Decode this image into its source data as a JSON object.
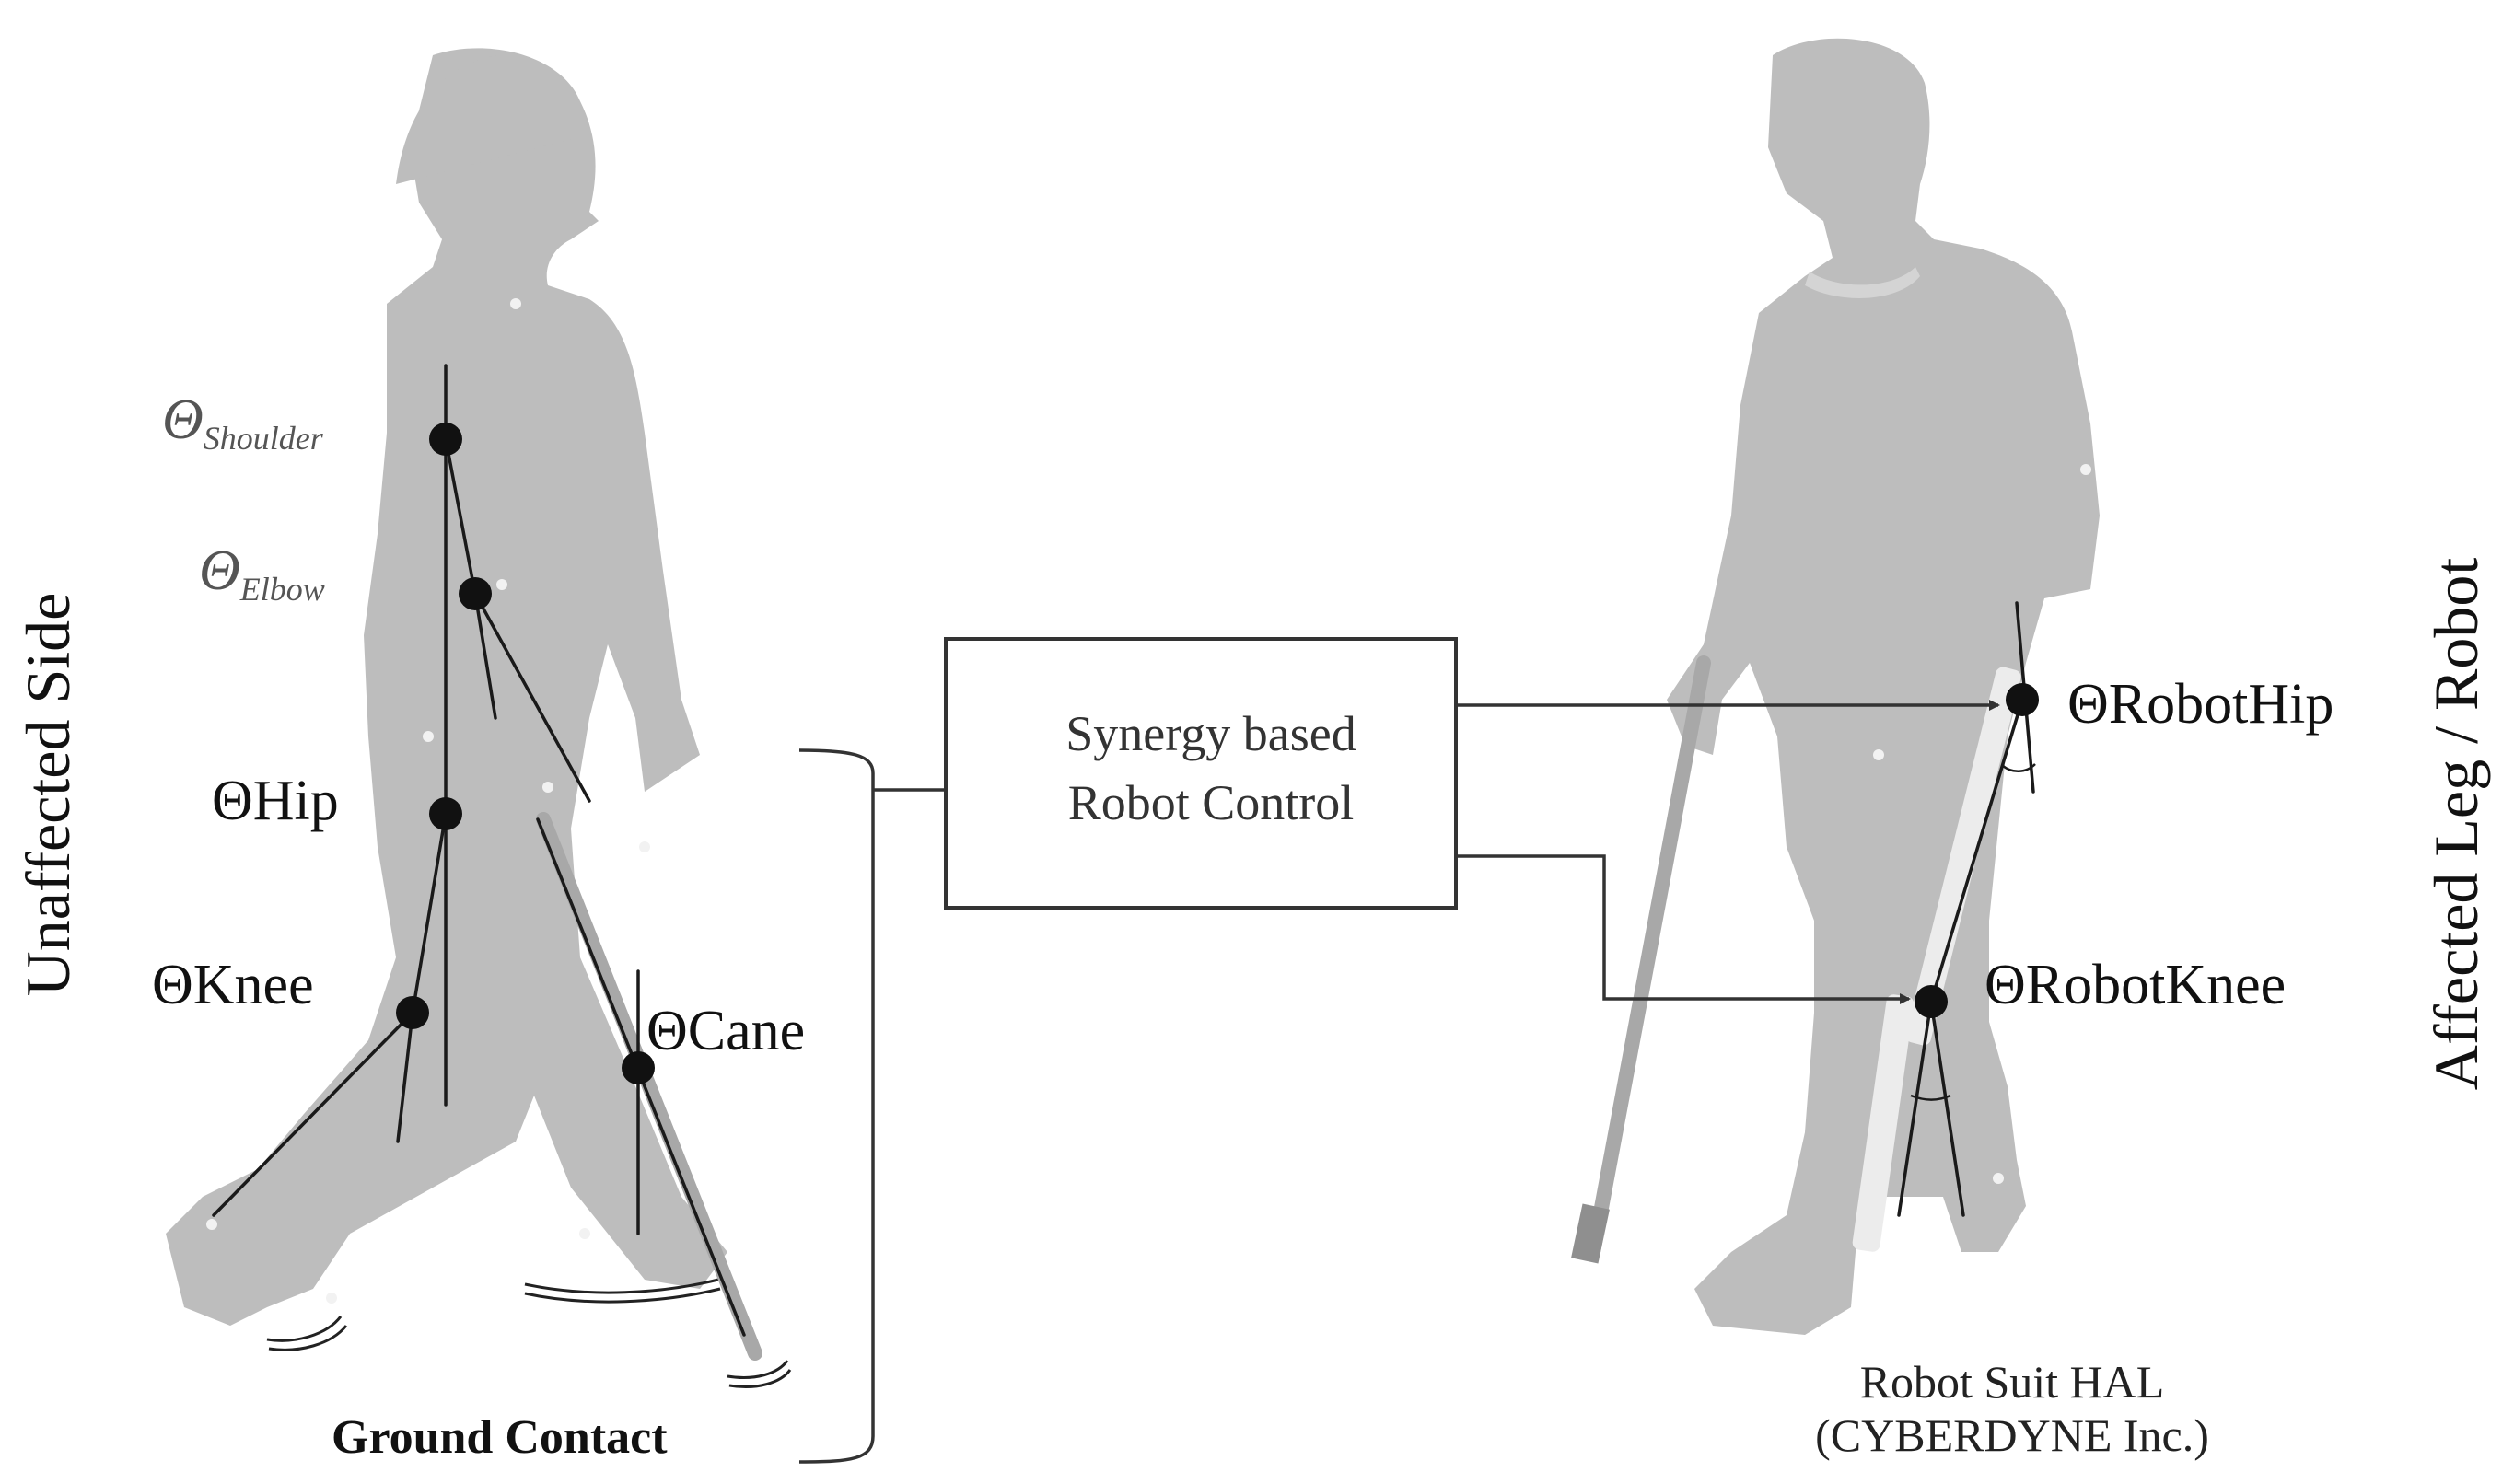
{
  "side_labels": {
    "left": "Unaffected Side",
    "right": "Affected Leg / Robot"
  },
  "joints_left": {
    "shoulder": {
      "symbol": "Θ",
      "sub": "Shoulder"
    },
    "elbow": {
      "symbol": "Θ",
      "sub": "Elbow"
    },
    "hip": "ΘHip",
    "knee": "ΘKnee",
    "cane": "ΘCane"
  },
  "ground_contact": "Ground Contact",
  "control_box": {
    "line1": "Synergy based",
    "line2": "Robot Control"
  },
  "joints_right": {
    "robot_hip": "ΘRobotHip",
    "robot_knee": "ΘRobotKnee"
  },
  "credit": {
    "line1": "Robot Suit HAL",
    "line2": "(CYBERDYNE Inc.)"
  }
}
